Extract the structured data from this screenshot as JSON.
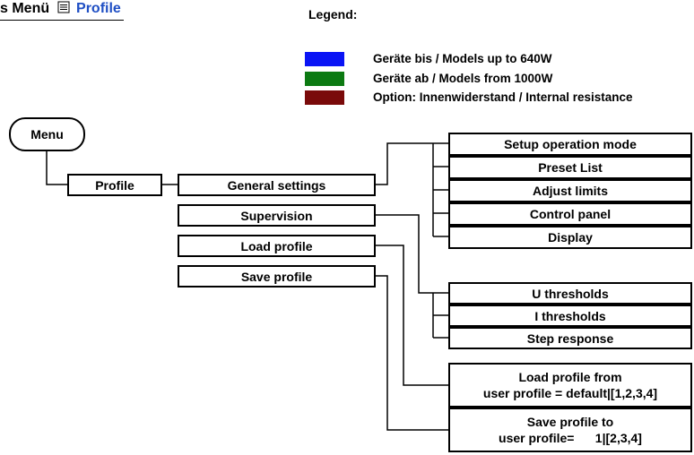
{
  "breadcrumb": {
    "prefix": "s Menü",
    "icon": "document-icon",
    "link": "Profile",
    "link_color": "#1f4fc4"
  },
  "legend": {
    "title": "Legend:",
    "items": [
      {
        "label": "Geräte bis / Models up to 640W",
        "color": "#0a14f5"
      },
      {
        "label": "Geräte ab / Models from 1000W",
        "color": "#0c7a12"
      },
      {
        "label": "Option: Innenwiderstand / Internal resistance",
        "color": "#7a0a0a"
      }
    ]
  },
  "diagram": {
    "root": "Menu",
    "profile": "Profile",
    "level2": {
      "general_settings": "General settings",
      "supervision": "Supervision",
      "load_profile": "Load  profile",
      "save_profile": "Save profile"
    },
    "general_settings_children": [
      "Setup  operation mode",
      "Preset List",
      "Adjust limits",
      "Control panel",
      "Display"
    ],
    "supervision_children": [
      "U thresholds",
      "I thresholds",
      "Step response"
    ],
    "load_profile_child": {
      "line1": "Load profile from",
      "line2": "user profile = default|[1,2,3,4]"
    },
    "save_profile_child": {
      "line1": "Save profile to",
      "line2": "user profile=      1|[2,3,4]"
    }
  }
}
